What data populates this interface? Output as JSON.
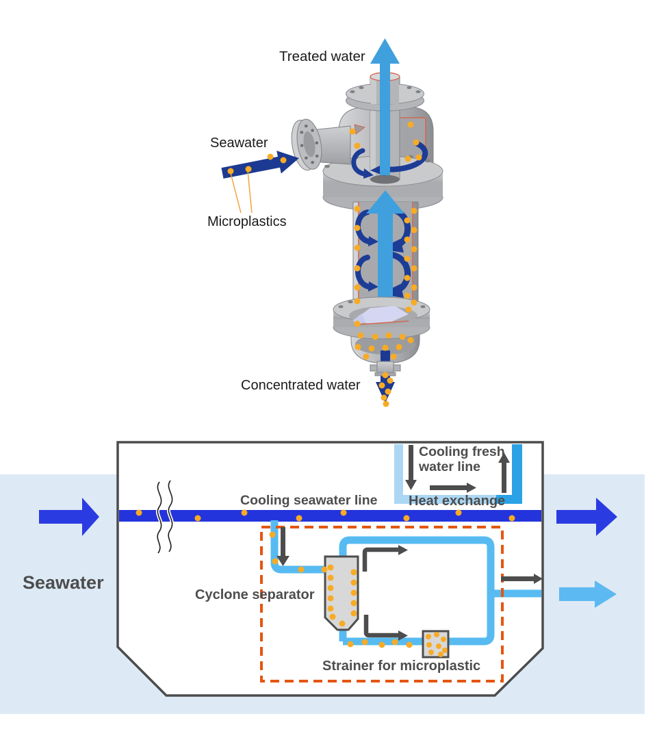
{
  "figure": {
    "top_diagram": {
      "treated_water_label": "Treated water",
      "seawater_label": "Seawater",
      "microplastics_label": "Microplastics",
      "concentrated_water_label": "Concentrated water"
    },
    "schematic": {
      "cooling_seawater_line_label": "Cooling seawater line",
      "cooling_fresh_water_line_label": "Cooling fresh water line",
      "heat_exchange_label": "Heat exchange",
      "seawater_label": "Seawater",
      "cyclone_separator_label": "Cyclone separator",
      "strainer_label": "Strainer for microplastic"
    },
    "colors": {
      "seawater_pipe_blue": "#2434dc",
      "seawater_flow_arrow_blue": "#2b3be2",
      "treated_pipe_light_blue": "#57bbf2",
      "treated_flow_arrow_light_blue": "#5db9f1",
      "fresh_water_cold_pale_blue": "#abd7f5",
      "fresh_water_warm_blue": "#2ba2e6",
      "microplastic_dot_orange": "#f8ab25",
      "separator_unit_dashed_outline": "#e4560f",
      "sea_background": "#ddeaf6",
      "hull_outline_gray": "#4c4c4c",
      "schematic_label_gray": "#4d4d4d",
      "vortex_arrow_navy": "#1c3c96",
      "updraft_arrow_blue": "#3fa0dd"
    }
  }
}
